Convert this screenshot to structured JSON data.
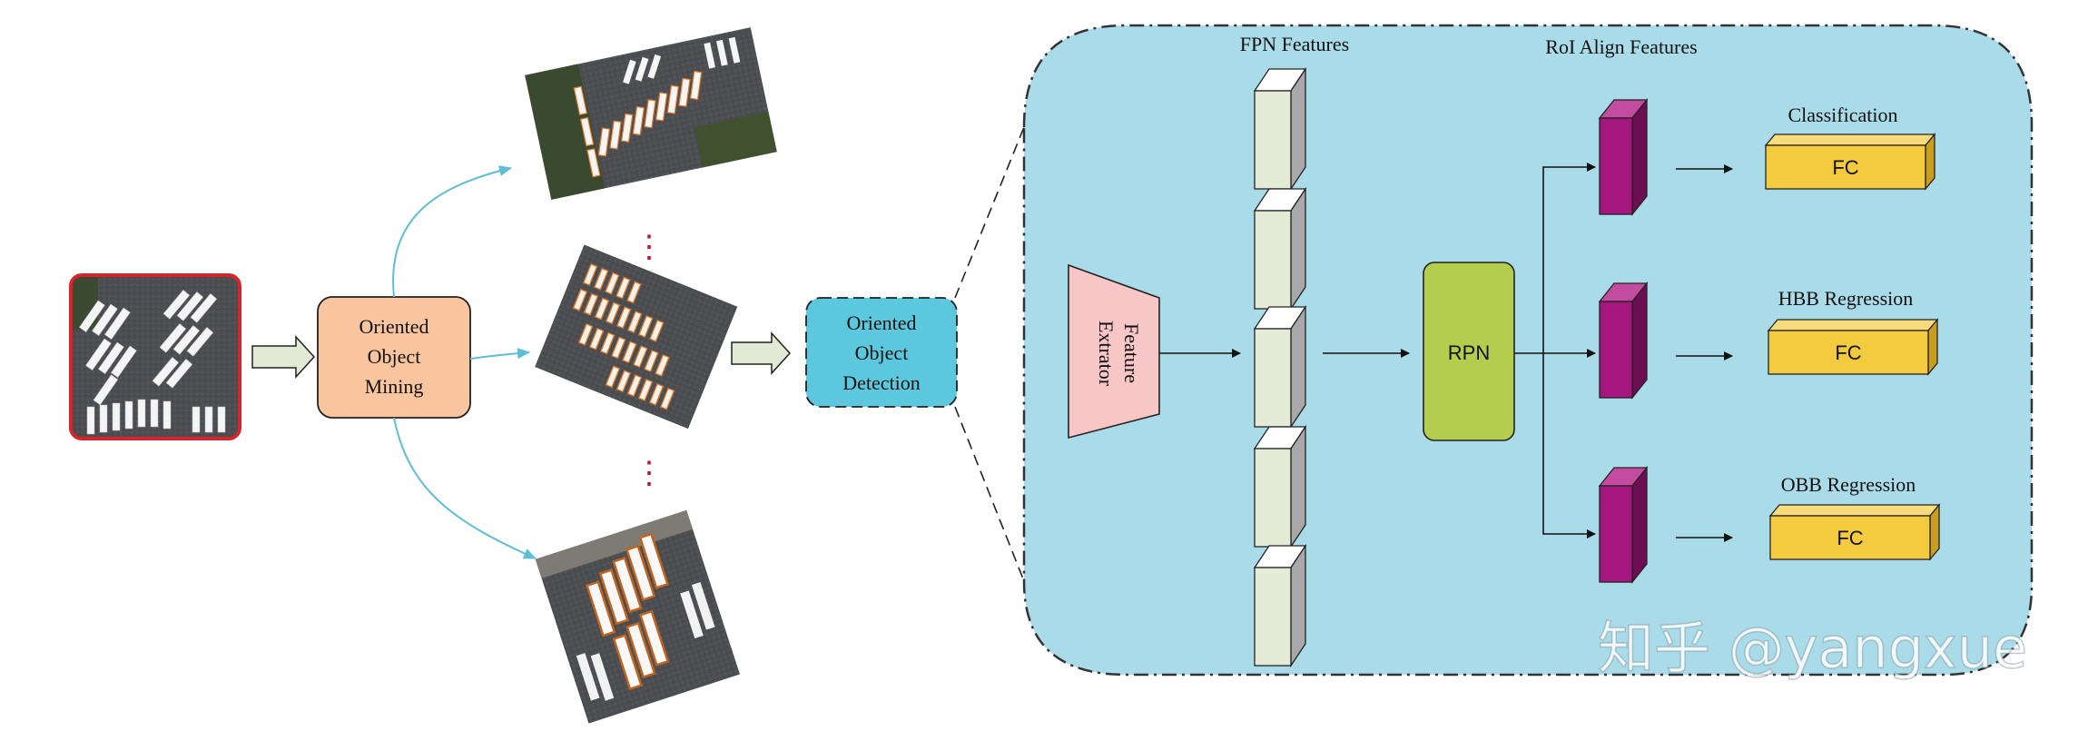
{
  "pipeline": {
    "mining_box": {
      "line1": "Oriented",
      "line2": "Object",
      "line3": "Mining"
    },
    "detection_box": {
      "line1": "Oriented",
      "line2": "Object",
      "line3": "Detection"
    },
    "ellipsis_glyph": "⋮"
  },
  "detector": {
    "fpn_title": "FPN Features",
    "roi_title": "RoI Align Features",
    "extractor": {
      "line1": "Feature",
      "line2": "Extrator"
    },
    "rpn_label": "RPN",
    "heads": [
      {
        "title": "Classification",
        "fc_label": "FC"
      },
      {
        "title": "HBB Regression",
        "fc_label": "FC"
      },
      {
        "title": "OBB Regression",
        "fc_label": "FC"
      }
    ]
  },
  "watermark": "知乎 @yangxue",
  "colors": {
    "panel_fill": "#a9dbe9",
    "panel_border": "#333333",
    "mining_fill": "#f9c59e",
    "detection_fill": "#5cc8de",
    "extractor_fill": "#f6c7c6",
    "rpn_fill": "#b5cd4e",
    "roi_fill": "#a5167f",
    "fc_fill": "#f4ca3f",
    "fpn_fill": "#e6ebd8",
    "arrow_teal": "#5dbfd6",
    "input_border": "#d8232a",
    "ellipsis": "#c8102e"
  },
  "icons": {
    "input_aerial_image": "aerial-parking-lot-image",
    "mined_samples": [
      "aerial-image-sample-top",
      "aerial-image-sample-middle",
      "aerial-image-sample-bottom"
    ]
  }
}
